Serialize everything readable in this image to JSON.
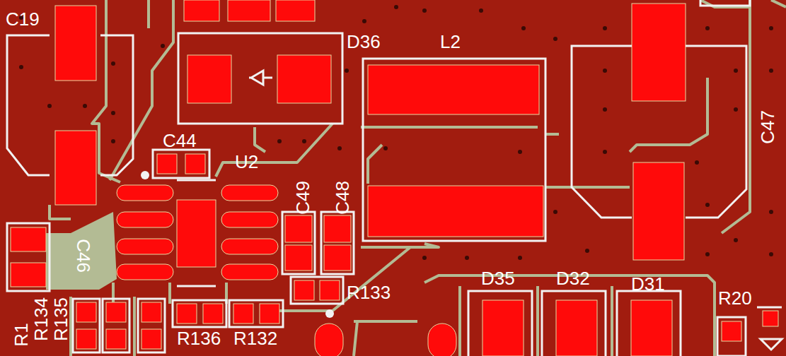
{
  "diagram": {
    "labels": [
      "C19",
      "D36",
      "L2",
      "C44",
      "U2",
      "C49",
      "C48",
      "C47",
      "C46",
      "R133",
      "D35",
      "D32",
      "D31",
      "R20",
      "R1",
      "R134",
      "R135",
      "R136",
      "R132"
    ]
  }
}
